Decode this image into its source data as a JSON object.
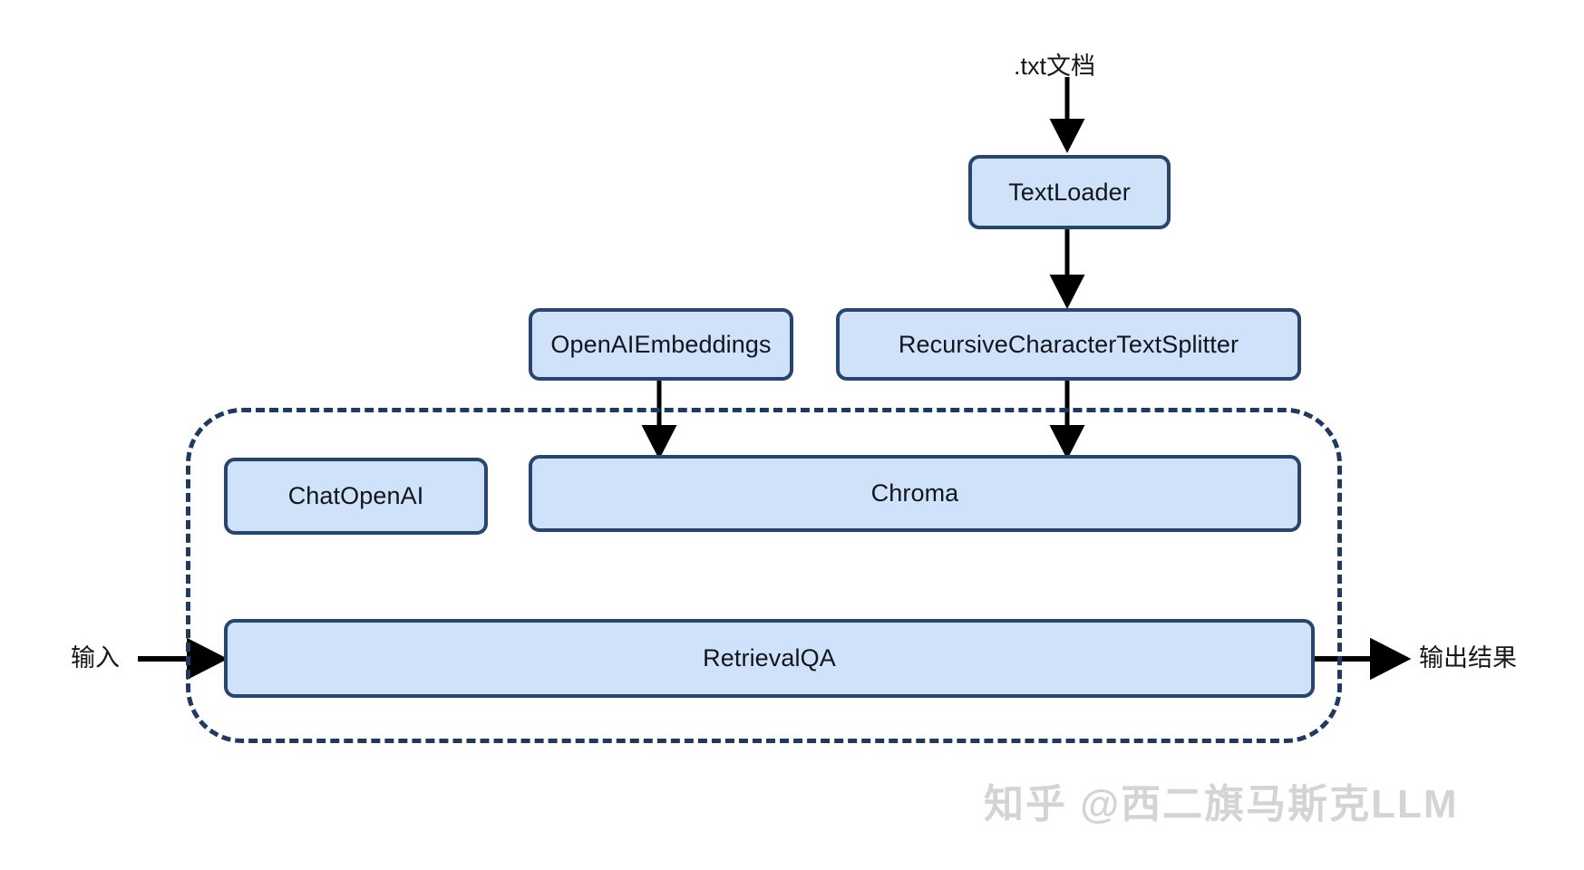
{
  "diagram": {
    "title_label": ".txt文档",
    "nodes": [
      {
        "id": "textloader",
        "label": "TextLoader"
      },
      {
        "id": "embeddings",
        "label": "OpenAIEmbeddings"
      },
      {
        "id": "splitter",
        "label": "RecursiveCharacterTextSplitter"
      },
      {
        "id": "chatopenai",
        "label": "ChatOpenAI"
      },
      {
        "id": "chroma",
        "label": "Chroma"
      },
      {
        "id": "retrievalqa",
        "label": "RetrievalQA"
      }
    ],
    "io": {
      "input_label": "输入",
      "output_label": "输出结果"
    },
    "colors": {
      "node_fill": "#cfe2fa",
      "node_border": "#26466d",
      "group_border": "#1f3a5f",
      "arrow": "#000000",
      "text": "#15181c",
      "watermark": "#d2d4d6",
      "background": "#ffffff"
    }
  },
  "watermark": {
    "text": "知乎 @西二旗马斯克LLM"
  }
}
